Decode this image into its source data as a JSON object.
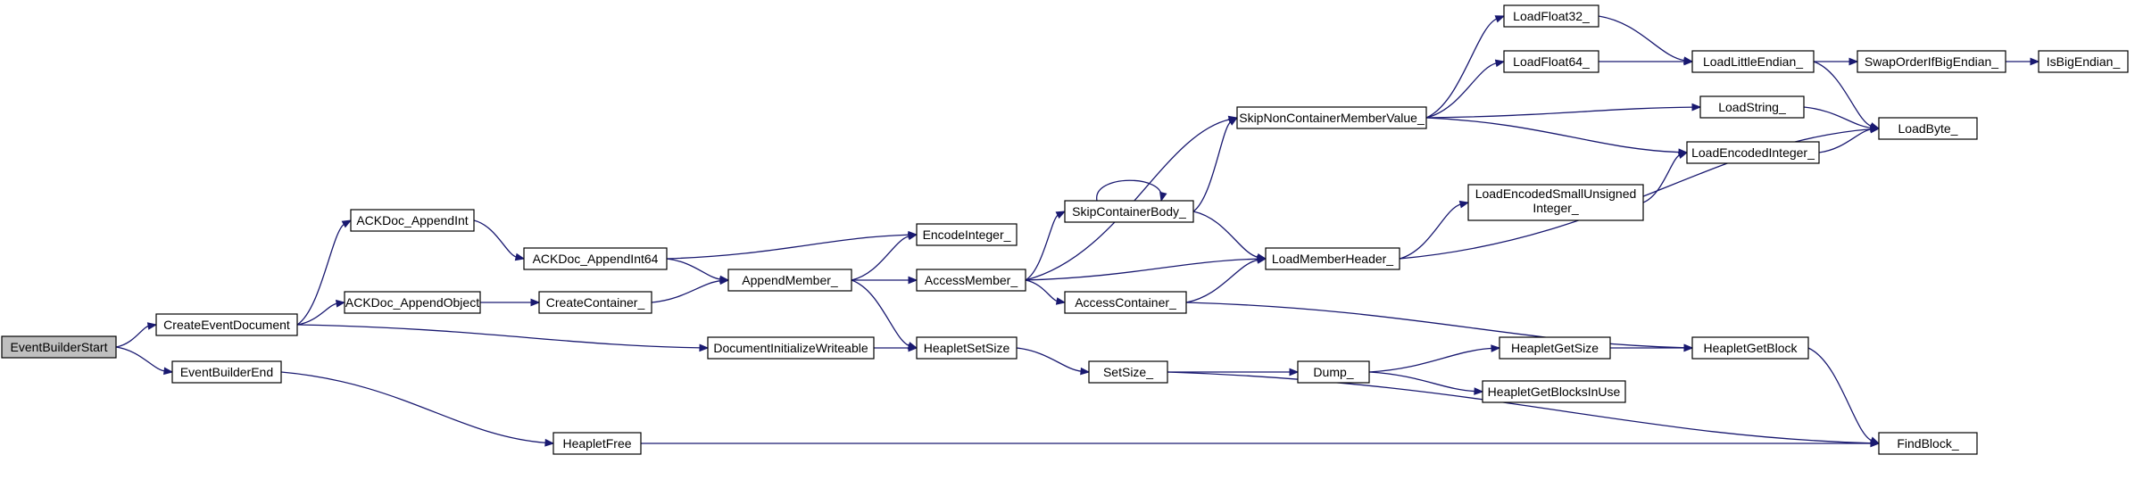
{
  "graph": {
    "edge_color": "#191970",
    "root_fill": "#bfbfbf",
    "nodes": [
      {
        "id": "ebs",
        "label": "EventBuilderStart",
        "root": true
      },
      {
        "id": "ced",
        "label": "CreateEventDocument"
      },
      {
        "id": "ebe",
        "label": "EventBuilderEnd"
      },
      {
        "id": "aai",
        "label": "ACKDoc_AppendInt"
      },
      {
        "id": "aao",
        "label": "ACKDoc_AppendObject"
      },
      {
        "id": "hfree",
        "label": "HeapletFree"
      },
      {
        "id": "aai64",
        "label": "ACKDoc_AppendInt64"
      },
      {
        "id": "cc",
        "label": "CreateContainer_"
      },
      {
        "id": "diw",
        "label": "DocumentInitializeWriteable"
      },
      {
        "id": "am",
        "label": "AppendMember_"
      },
      {
        "id": "ei",
        "label": "EncodeInteger_"
      },
      {
        "id": "hss",
        "label": "HeapletSetSize"
      },
      {
        "id": "acm",
        "label": "AccessMember_"
      },
      {
        "id": "acc",
        "label": "AccessContainer_"
      },
      {
        "id": "scb",
        "label": "SkipContainerBody_"
      },
      {
        "id": "ss",
        "label": "SetSize_"
      },
      {
        "id": "sncmv",
        "label": "SkipNonContainerMemberValue_"
      },
      {
        "id": "lmh",
        "label": "LoadMemberHeader_"
      },
      {
        "id": "dump",
        "label": "Dump_"
      },
      {
        "id": "lf32",
        "label": "LoadFloat32_"
      },
      {
        "id": "lf64",
        "label": "LoadFloat64_"
      },
      {
        "id": "lesui",
        "lines": [
          "LoadEncodedSmallUnsigned",
          "Integer_"
        ]
      },
      {
        "id": "hgs",
        "label": "HeapletGetSize"
      },
      {
        "id": "hgbiu",
        "label": "HeapletGetBlocksInUse"
      },
      {
        "id": "lle",
        "label": "LoadLittleEndian_"
      },
      {
        "id": "ls",
        "label": "LoadString_"
      },
      {
        "id": "lei",
        "label": "LoadEncodedInteger_"
      },
      {
        "id": "hgb",
        "label": "HeapletGetBlock"
      },
      {
        "id": "sobe",
        "label": "SwapOrderIfBigEndian_"
      },
      {
        "id": "lb",
        "label": "LoadByte_"
      },
      {
        "id": "fb",
        "label": "FindBlock_"
      },
      {
        "id": "ibe",
        "label": "IsBigEndian_"
      }
    ],
    "edges": [
      [
        "ebs",
        "ced"
      ],
      [
        "ebs",
        "ebe"
      ],
      [
        "ced",
        "aai"
      ],
      [
        "ced",
        "aao"
      ],
      [
        "ced",
        "diw"
      ],
      [
        "ebe",
        "hfree"
      ],
      [
        "aai",
        "aai64"
      ],
      [
        "aao",
        "cc"
      ],
      [
        "aai64",
        "ei"
      ],
      [
        "aai64",
        "am"
      ],
      [
        "cc",
        "am"
      ],
      [
        "am",
        "ei"
      ],
      [
        "am",
        "acm"
      ],
      [
        "am",
        "hss"
      ],
      [
        "diw",
        "hss"
      ],
      [
        "hss",
        "ss"
      ],
      [
        "acm",
        "sncmv"
      ],
      [
        "acm",
        "scb"
      ],
      [
        "acm",
        "lmh"
      ],
      [
        "acm",
        "acc"
      ],
      [
        "scb",
        "scb"
      ],
      [
        "scb",
        "sncmv"
      ],
      [
        "scb",
        "lmh"
      ],
      [
        "acc",
        "lmh"
      ],
      [
        "acc",
        "hgb"
      ],
      [
        "ss",
        "dump"
      ],
      [
        "ss",
        "fb"
      ],
      [
        "sncmv",
        "lf32"
      ],
      [
        "sncmv",
        "lf64"
      ],
      [
        "sncmv",
        "ls"
      ],
      [
        "sncmv",
        "lei"
      ],
      [
        "lmh",
        "lesui"
      ],
      [
        "lmh",
        "lb"
      ],
      [
        "lesui",
        "lei"
      ],
      [
        "dump",
        "hgs"
      ],
      [
        "dump",
        "hgbiu"
      ],
      [
        "lf32",
        "lle"
      ],
      [
        "lf64",
        "lle"
      ],
      [
        "lle",
        "sobe"
      ],
      [
        "lle",
        "lb"
      ],
      [
        "ls",
        "lb"
      ],
      [
        "lei",
        "lb"
      ],
      [
        "hgs",
        "hgb"
      ],
      [
        "hgb",
        "fb"
      ],
      [
        "hfree",
        "fb"
      ],
      [
        "sobe",
        "ibe"
      ]
    ]
  }
}
